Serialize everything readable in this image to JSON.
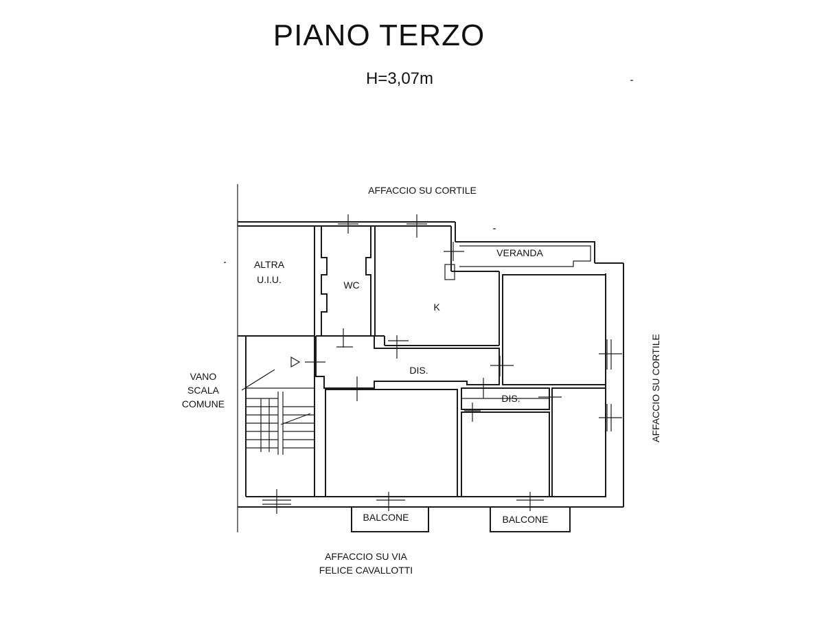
{
  "plan": {
    "title": "PIANO TERZO",
    "height": "H=3,07m",
    "facing_top": "AFFACCIO SU CORTILE",
    "facing_right": "AFFACCIO SU CORTILE",
    "facing_bottom_line1": "AFFACCIO SU VIA",
    "facing_bottom_line2": "FELICE CAVALLOTTI",
    "rooms": {
      "altra_line1": "ALTRA",
      "altra_line2": "U.I.U.",
      "wc": "WC",
      "kitchen": "K",
      "veranda": "VERANDA",
      "dis_main": "DIS.",
      "dis_small": "DIS.",
      "balcone_left": "BALCONE",
      "balcone_right": "BALCONE",
      "stair_line1": "VANO",
      "stair_line2": "SCALA",
      "stair_line3": "COMUNE"
    }
  }
}
